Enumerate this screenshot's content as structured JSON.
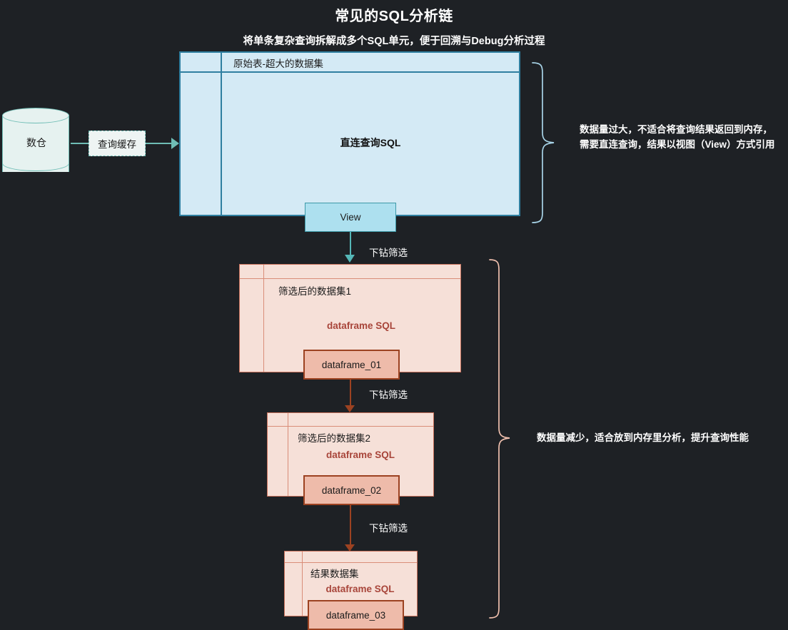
{
  "diagram": {
    "title": "常见的SQL分析链",
    "subtitle": "将单条复杂查询拆解成多个SQL单元，便于回溯与Debug分析过程"
  },
  "source": {
    "warehouse_label": "数仓",
    "cache_label": "查询缓存"
  },
  "source_table": {
    "title": "原始表-超大的数据集",
    "sql_label": "直连查询SQL",
    "view_label": "View"
  },
  "flow": {
    "drill_label_1": "下钻筛选",
    "drill_label_2": "下钻筛选",
    "drill_label_3": "下钻筛选"
  },
  "datasets": [
    {
      "title": "筛选后的数据集1",
      "sql_label": "dataframe SQL",
      "dataframe_label": "dataframe_01"
    },
    {
      "title": "筛选后的数据集2",
      "sql_label": "dataframe SQL",
      "dataframe_label": "dataframe_02"
    },
    {
      "title": "结果数据集",
      "sql_label": "dataframe SQL",
      "dataframe_label": "dataframe_03"
    }
  ],
  "annotations": {
    "top": "数据量过大，不适合将查询结果返回到内存，\n需要直连查询，结果以视图（View）方式引用",
    "bottom": "数据量减少，适合放到内存里分析，提升查询性能"
  },
  "colors": {
    "background": "#1e2125",
    "blue_fill": "#d4eaf5",
    "blue_border": "#2f7fa0",
    "view_fill": "#ade0ef",
    "teal": "#55b7b7",
    "pink_fill": "#f6e0d8",
    "pink_border": "#c9725c",
    "dataframe_fill": "#eebbaa",
    "dataframe_border": "#9c4221",
    "sql_text": "#a8453a",
    "text": "#ffffff"
  }
}
